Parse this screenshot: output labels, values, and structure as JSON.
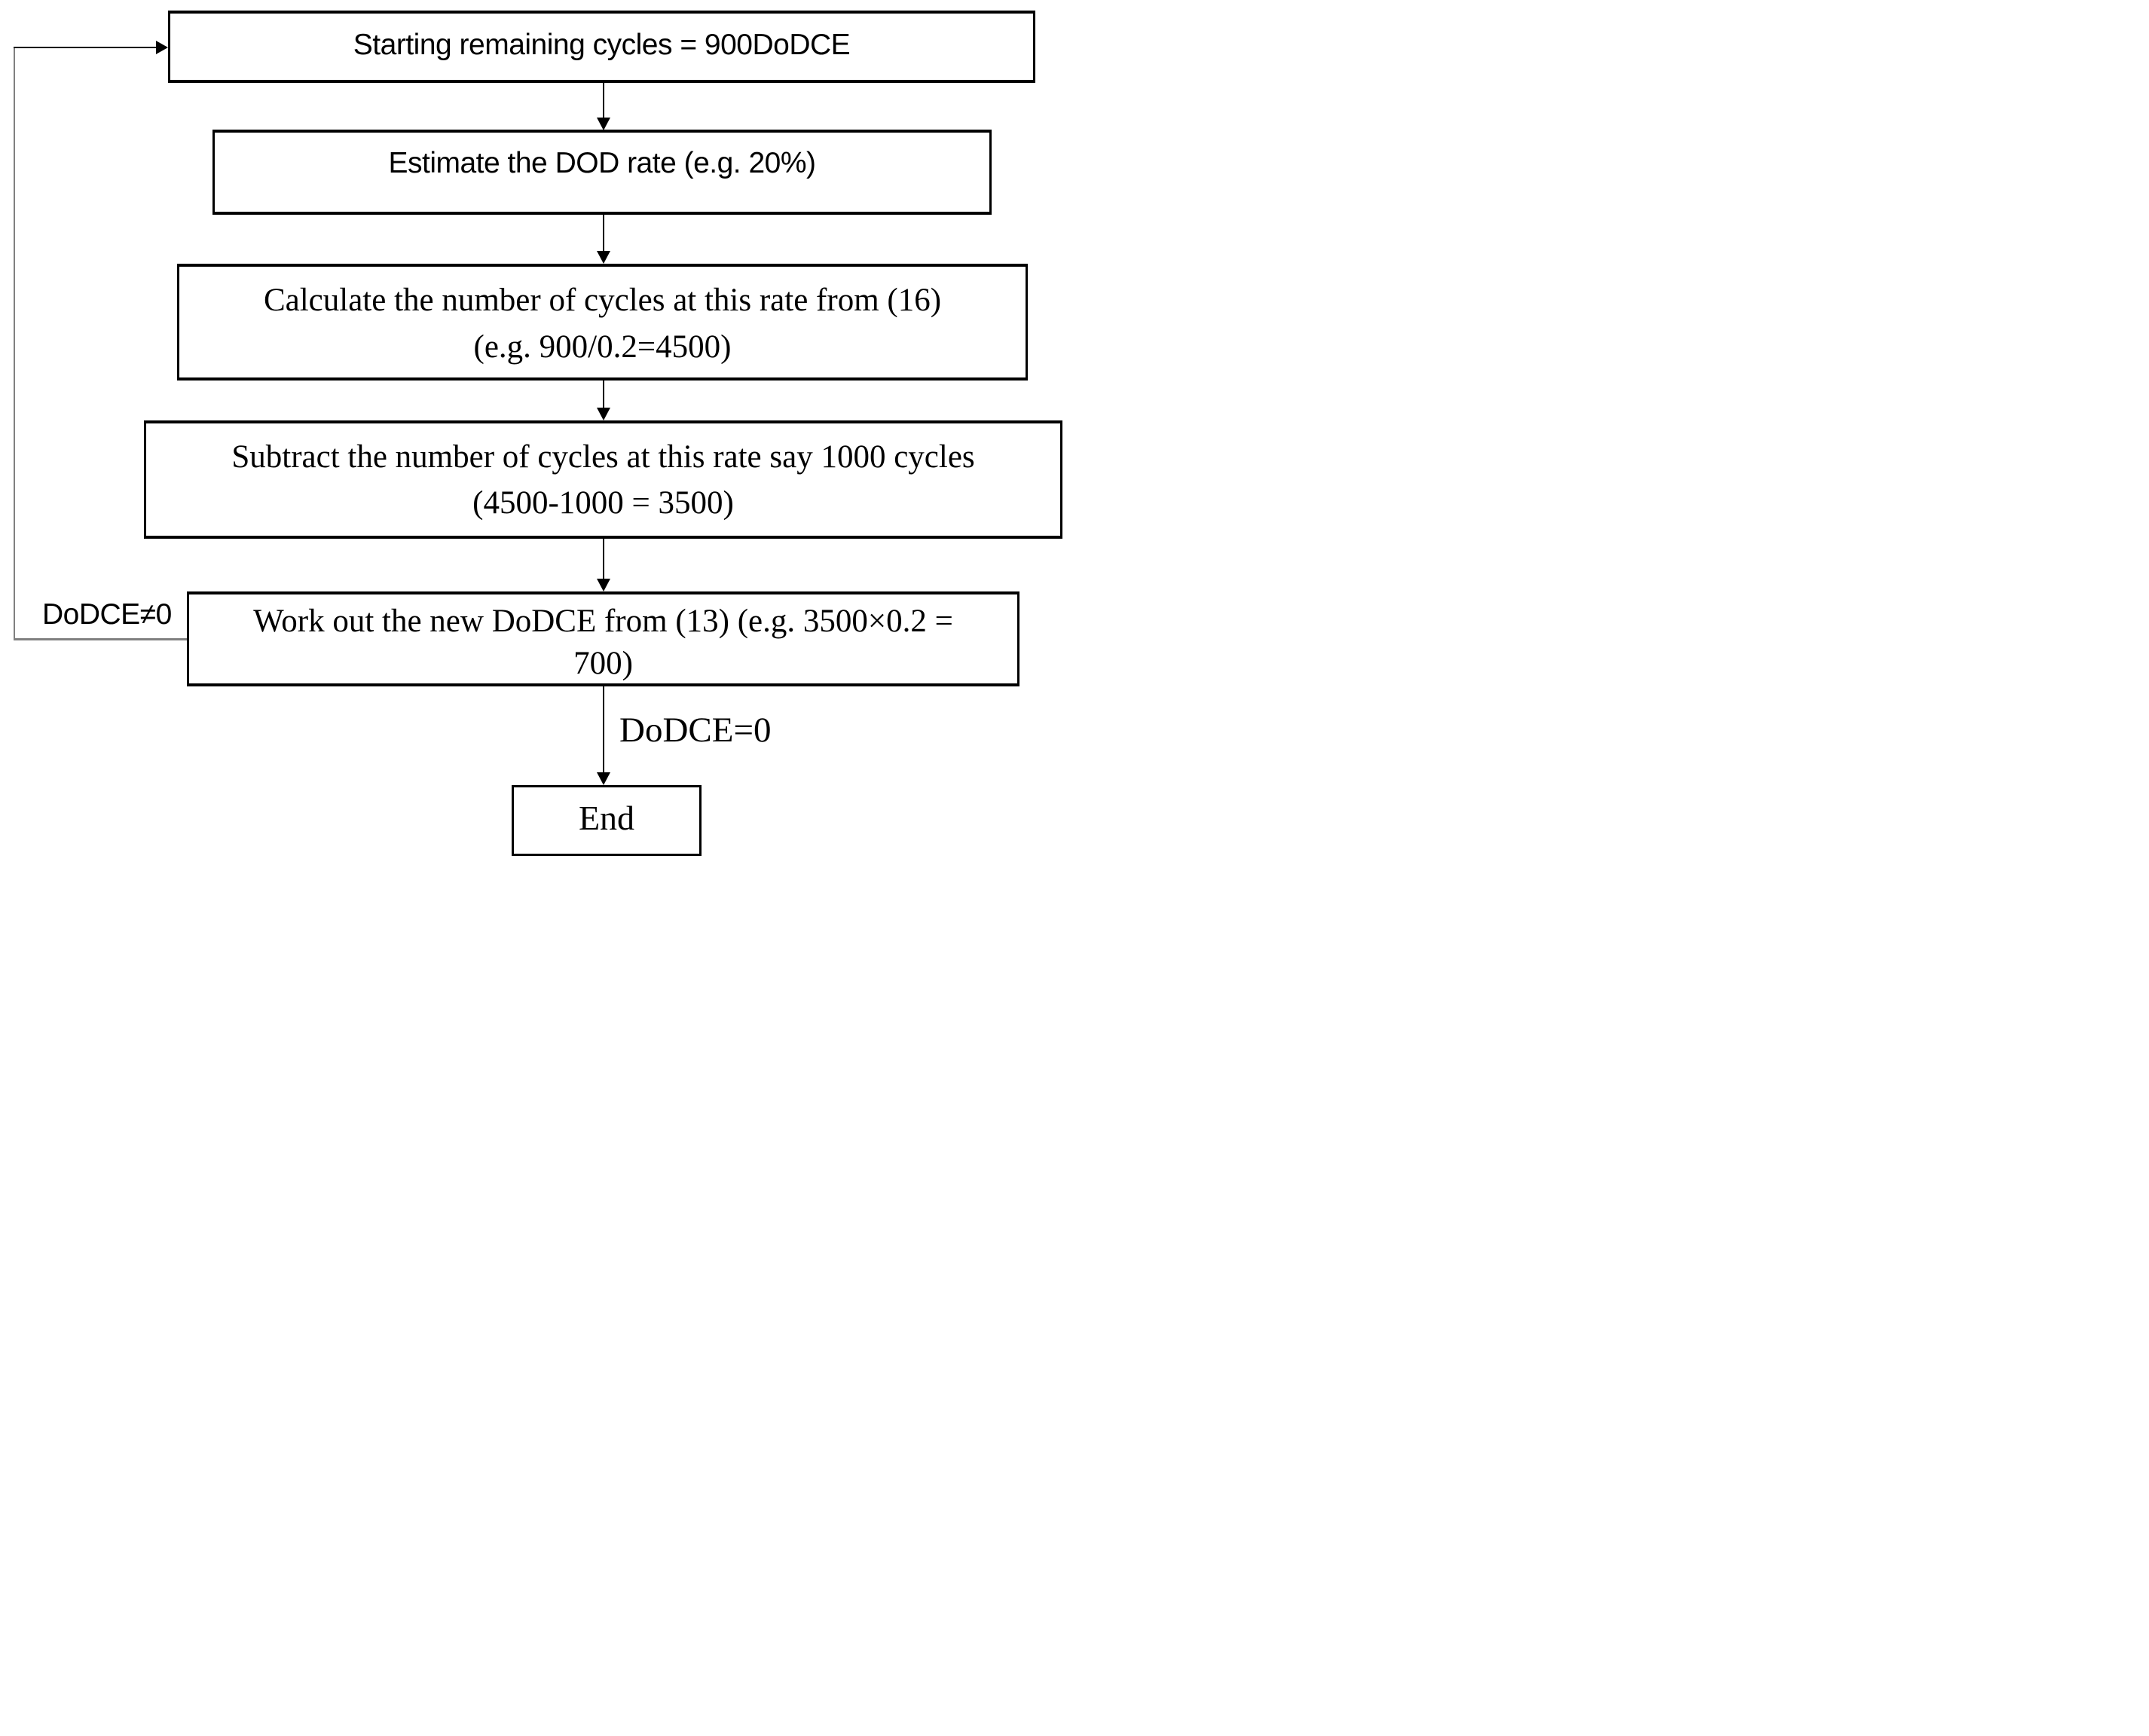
{
  "diagram": {
    "type": "flowchart",
    "background": "#ffffff",
    "line_color": "#000000",
    "loop_line_color": "#808080",
    "boxes": {
      "start": {
        "lines": [
          "Starting remaining cycles = 900DoDCE"
        ]
      },
      "estimate": {
        "lines": [
          "Estimate the DOD rate (e.g. 20%)"
        ]
      },
      "calculate": {
        "lines": [
          "Calculate the number of cycles at this rate from (16)",
          "(e.g. 900/0.2=4500)"
        ]
      },
      "subtract": {
        "lines": [
          "Subtract the number of cycles at this rate say 1000 cycles",
          "(4500-1000 = 3500)"
        ]
      },
      "workout": {
        "lines": [
          "Work out the new DoDCE from (13) (e.g. 3500×0.2 =",
          "700)"
        ]
      },
      "end": {
        "lines": [
          "End"
        ]
      }
    },
    "edge_labels": {
      "loop_back": "DoDCE≠0",
      "terminate": "DoDCE=0"
    }
  }
}
